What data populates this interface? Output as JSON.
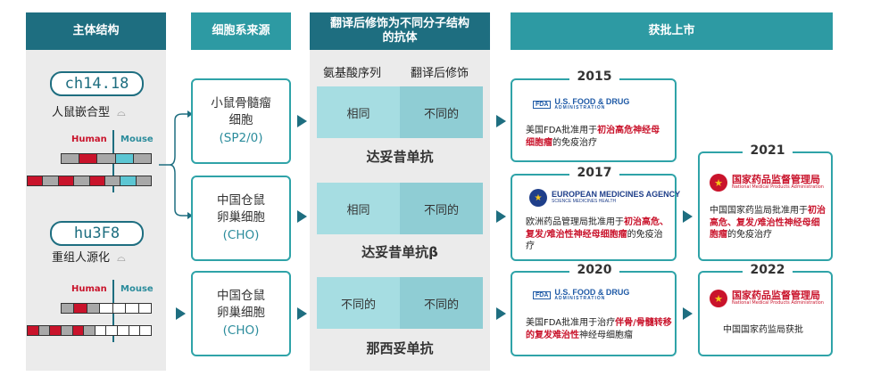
{
  "headers": {
    "structure": "主体结构",
    "source": "细胞系来源",
    "antibody": "翻译后修饰为不同分子结构的抗体",
    "approval": "获批上市"
  },
  "structure": {
    "ab1_name": "ch14.18",
    "ab1_type": "人鼠嵌合型",
    "ab2_name": "hu3F8",
    "ab2_type": "重组人源化",
    "human_label": "Human",
    "mouse_label": "Mouse"
  },
  "sources": [
    {
      "line1": "小鼠骨髓瘤",
      "line2": "细胞",
      "code": "(SP2/0)"
    },
    {
      "line1": "中国仓鼠",
      "line2": "卵巢细胞",
      "code": "(CHO)"
    },
    {
      "line1": "中国仓鼠",
      "line2": "卵巢细胞",
      "code": "(CHO)"
    }
  ],
  "antibody": {
    "col_seq": "氨基酸序列",
    "col_ptm": "翻译后修饰",
    "rows": [
      {
        "seq": "相同",
        "ptm": "不同的",
        "name": "达妥昔单抗"
      },
      {
        "seq": "相同",
        "ptm": "不同的",
        "name": "达妥昔单抗β"
      },
      {
        "seq": "不同的",
        "ptm": "不同的",
        "name": "那西妥单抗"
      }
    ]
  },
  "approvals": {
    "y2015": "2015",
    "y2017": "2017",
    "y2020": "2020",
    "y2021": "2021",
    "y2022": "2022",
    "fda_title": "U.S. FOOD & DRUG",
    "fda_sub": "ADMINISTRATION",
    "fda_mark": "FDA",
    "ema_title": "EUROPEAN MEDICINES AGENCY",
    "ema_sub": "SCIENCE MEDICINES HEALTH",
    "nmpa_title": "国家药品监督管理局",
    "nmpa_sub": "National Medical Products Administration",
    "d2015_a": "美国FDA批准用于",
    "d2015_b": "初治高危神经母细胞瘤",
    "d2015_c": "的免疫治疗",
    "d2017_a": "欧洲药品管理局批准用于",
    "d2017_b": "初治高危、复发/难治性神经母细胞瘤",
    "d2017_c": "的免疫治疗",
    "d2020_a": "美国FDA批准用于治疗",
    "d2020_b": "伴骨/骨髓转移的复发难治性",
    "d2020_c": "神经母细胞瘤",
    "d2021_a": "中国国家药监局批准用于",
    "d2021_b": "初治高危、复发/难治性神经母细胞瘤",
    "d2021_c": "的免疫治疗",
    "d2022": "中国国家药监局获批"
  }
}
